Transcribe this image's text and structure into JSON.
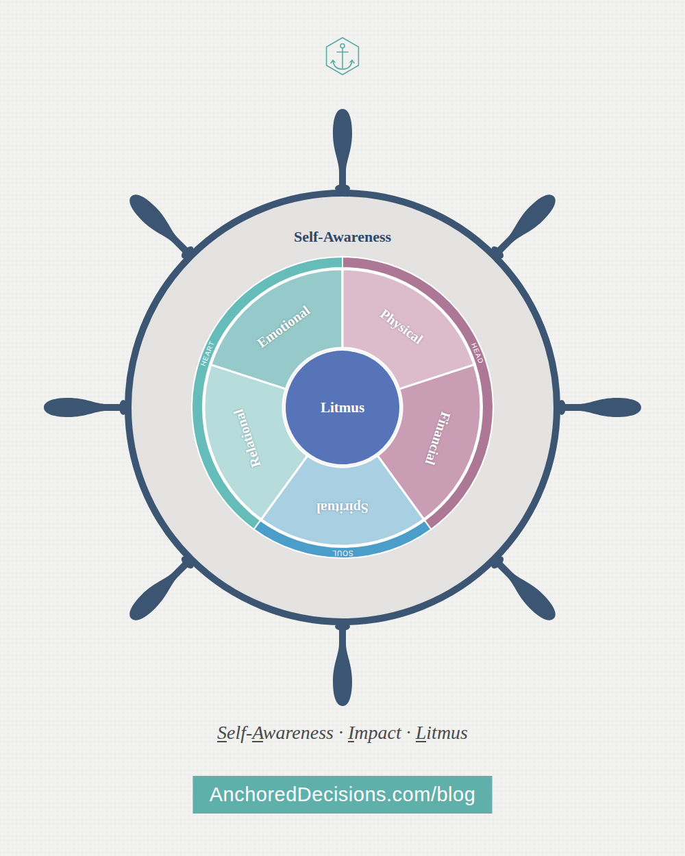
{
  "diagram": {
    "caption": "Self-Awareness · Impact · Litmus",
    "nodes": [
      {
        "text": [
          "Self-Awareness"
        ]
      },
      {
        "text": [
          "Emotional"
        ],
        "in": 0
      },
      {
        "text": [
          "Physical"
        ],
        "in": 0
      },
      {
        "text": [
          "Financial"
        ],
        "in": 0
      },
      {
        "text": [
          "Spiritual"
        ],
        "in": 0
      },
      {
        "text": [
          "Relational"
        ],
        "in": 0
      },
      {
        "text": [
          "HEART"
        ],
        "in": 0
      },
      {
        "text": [
          "HEAD"
        ],
        "in": 0
      },
      {
        "text": [
          "SOUL"
        ],
        "in": 0
      },
      {
        "text": [
          "Litmus"
        ],
        "in": 0
      },
      {
        "text": [
          "AnchoredDecisions.com/blog"
        ]
      }
    ]
  }
}
